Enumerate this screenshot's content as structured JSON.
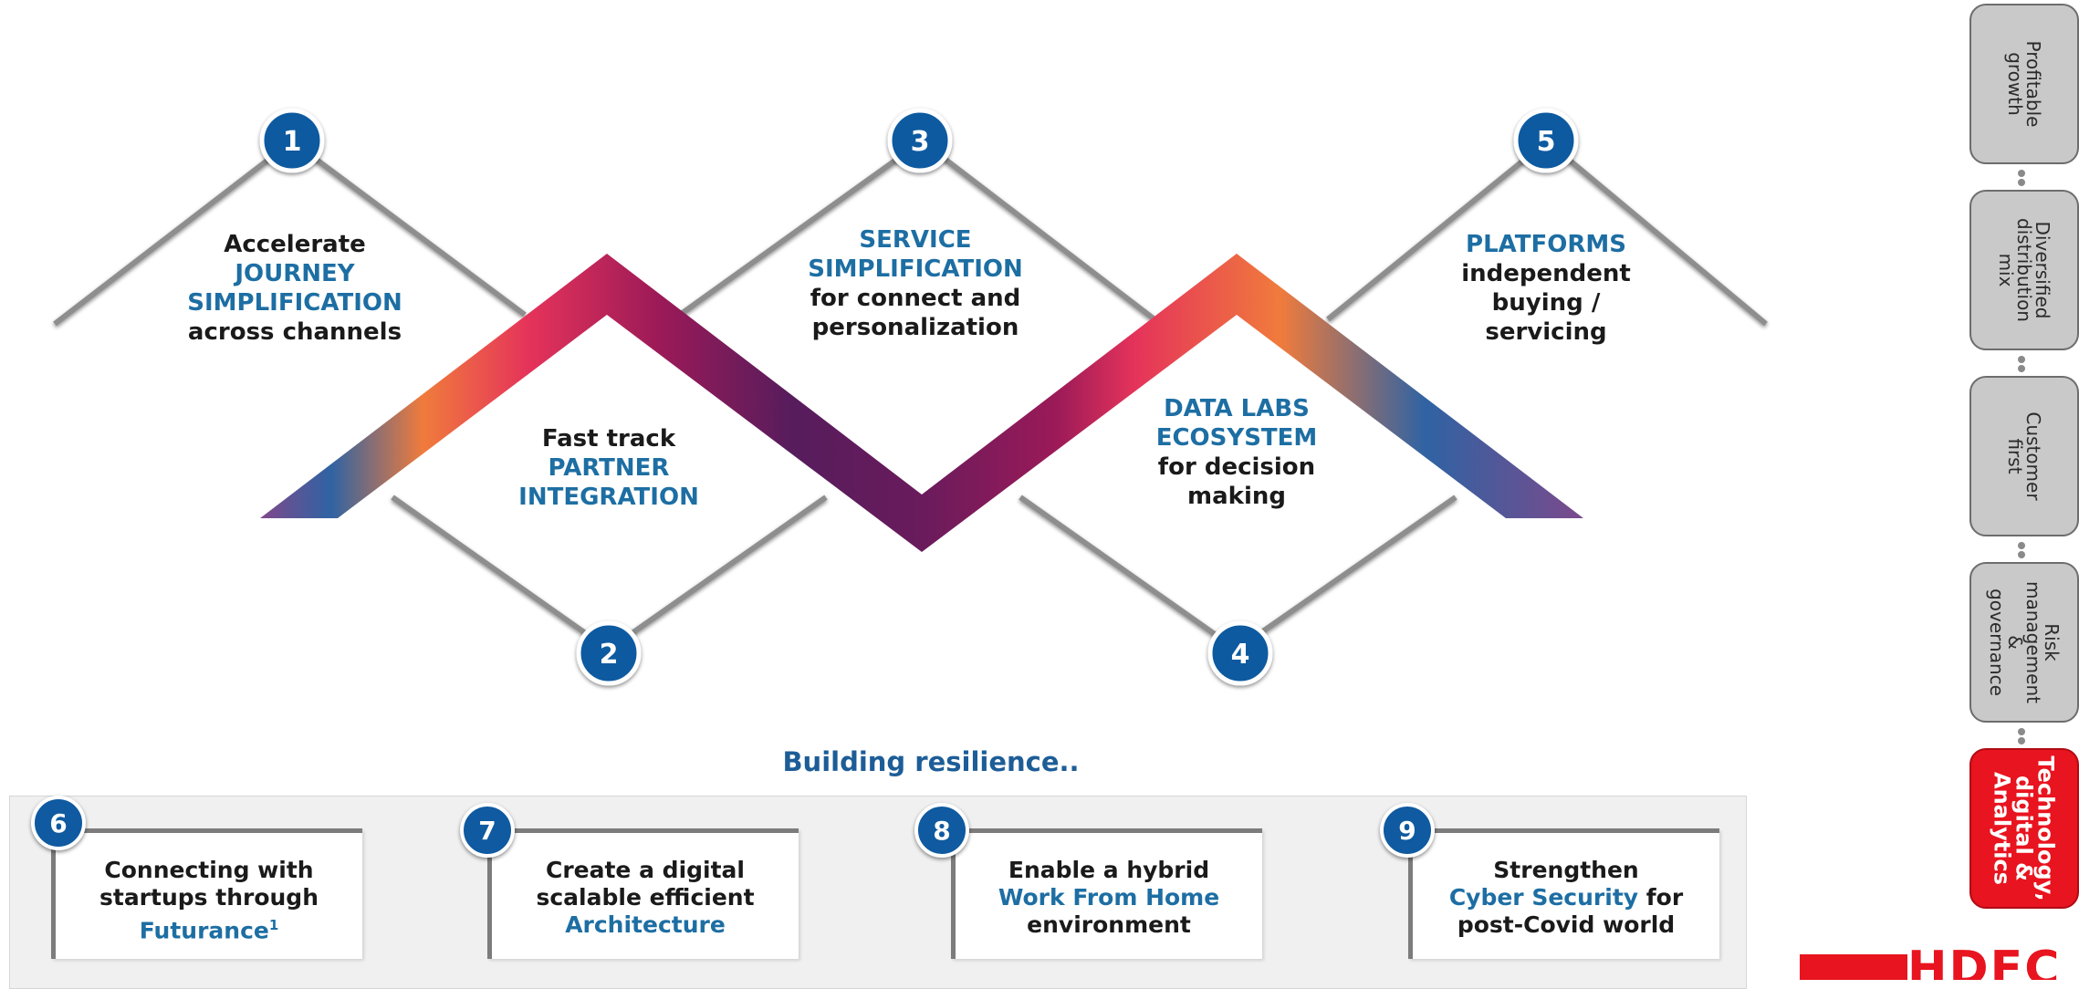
{
  "zigzag": {
    "steps": [
      {
        "number": "1",
        "lines": [
          {
            "text": "Accelerate",
            "accent": false
          },
          {
            "text": "JOURNEY",
            "accent": true
          },
          {
            "text": "SIMPLIFICATION",
            "accent": true
          },
          {
            "text": "across channels",
            "accent": false
          }
        ]
      },
      {
        "number": "2",
        "lines": [
          {
            "text": "Fast track",
            "accent": false
          },
          {
            "text": "PARTNER",
            "accent": true
          },
          {
            "text": "INTEGRATION",
            "accent": true
          }
        ]
      },
      {
        "number": "3",
        "lines": [
          {
            "text": "SERVICE",
            "accent": true
          },
          {
            "text": "SIMPLIFICATION",
            "accent": true
          },
          {
            "text": "for connect and",
            "accent": false
          },
          {
            "text": "personalization",
            "accent": false
          }
        ]
      },
      {
        "number": "4",
        "lines": [
          {
            "text": "DATA LABS",
            "accent": true
          },
          {
            "text": "ECOSYSTEM",
            "accent": true
          },
          {
            "text": "for decision",
            "accent": false
          },
          {
            "text": "making",
            "accent": false
          }
        ]
      },
      {
        "number": "5",
        "lines": [
          {
            "text": "PLATFORMS",
            "accent": true
          },
          {
            "text": "independent",
            "accent": false
          },
          {
            "text": "buying /",
            "accent": false
          },
          {
            "text": "servicing",
            "accent": false
          }
        ]
      }
    ]
  },
  "resilience": {
    "title": "Building resilience..",
    "cards": [
      {
        "number": "6",
        "line1": "Connecting with",
        "line2": "startups through",
        "line3_highlight": "Futurance",
        "line3_sup": "1",
        "line3_plain": ""
      },
      {
        "number": "7",
        "line1": "Create a digital",
        "line2": "scalable efficient",
        "line3_highlight": "Architecture",
        "line3_sup": "",
        "line3_plain": ""
      },
      {
        "number": "8",
        "line1": "Enable a hybrid",
        "line2_highlight": "Work From Home",
        "line3_plain": "environment"
      },
      {
        "number": "9",
        "line1": "Strengthen",
        "line2_highlight": "Cyber Security",
        "line2_plain": " for",
        "line3_plain": "post-Covid world"
      }
    ]
  },
  "rail": {
    "items": [
      {
        "label": "Profitable\ngrowth",
        "active": false
      },
      {
        "label": "Diversified\ndistribution\nmix",
        "active": false
      },
      {
        "label": "Customer\nfirst",
        "active": false
      },
      {
        "label": "Risk\nmanagement\n&\ngovernance",
        "active": false
      },
      {
        "label": "Technology,\ndigital &\nAnalytics",
        "active": true
      }
    ]
  },
  "logo": {
    "text": "HDFC"
  },
  "colors": {
    "accent": "#1d6ea3",
    "badge": "#0f5aa0",
    "active_tab": "#e8141f",
    "tab": "#c9c9c9"
  }
}
